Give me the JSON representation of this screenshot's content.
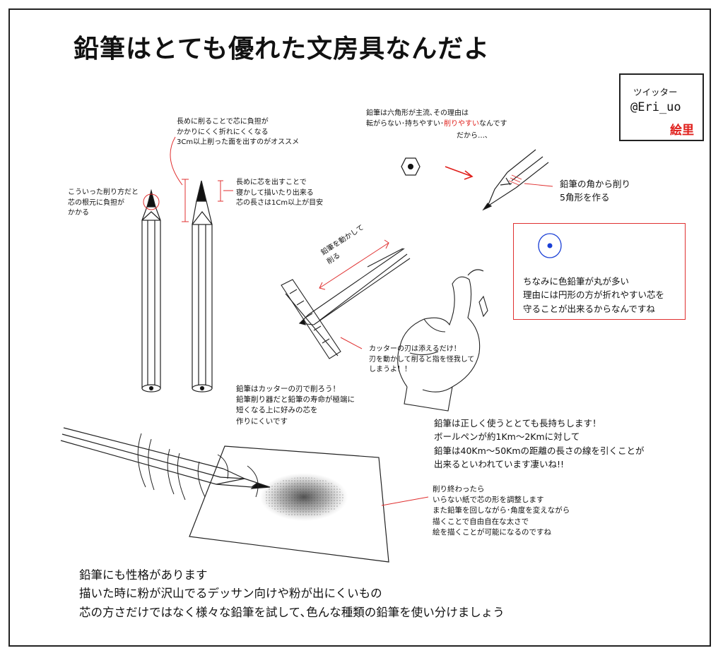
{
  "title": "鉛筆はとても優れた文房具なんだよ",
  "twitter": {
    "label": "ツイッター",
    "handle": "@Eri_uo",
    "name": "絵里"
  },
  "notes": {
    "long_sharpen": [
      "長めに削ることで芯に負担が",
      "かかりにくく折れにくくなる",
      "3Cm以上削った面を出すのがオススメ"
    ],
    "sharpen_way": [
      "こういった削り方だと",
      "芯の根元に負担が",
      "かかる"
    ],
    "long_lead": [
      "長めに芯を出すことで",
      "寝かして描いたり出来る",
      "芯の長さは1Cm以上が目安"
    ],
    "hexagon_pre": "鉛筆は六角形が主流､その理由は",
    "hexagon_line2_a": "転がらない･持ちやすい･",
    "hexagon_line2_red": "削りやすい",
    "hexagon_line2_b": "なんです",
    "hexagon_then": "だから…､",
    "corner": [
      "鉛筆の角から削り",
      "5角形を作る"
    ],
    "colored_pencil": [
      "ちなみに色鉛筆が丸が多い",
      "理由には円形の方が折れやすい芯を",
      "守ることが出来るからなんですね"
    ],
    "move_pencil": [
      "鉛筆を動かして",
      "削る"
    ],
    "cutter_blade": [
      "カッターの刃は添えるだけ！",
      "刃を動かして削ると指を怪我して",
      "しまうよ！！"
    ],
    "cutter": [
      "鉛筆はカッターの刃で削ろう！",
      "鉛筆削り器だと鉛筆の寿命が極端に",
      "短くなる上に好みの芯を",
      "作りにくいです"
    ],
    "long_lasting": [
      "鉛筆は正しく使うととても長持ちします！",
      "ボールペンが約1Km～2Kmに対して",
      "鉛筆は40Km～50Kmの距離の長さの線を引くことが",
      "出来るといわれています凄いね!!"
    ],
    "after_sharpen": [
      "削り終わったら",
      "いらない紙で芯の形を調整します",
      "また鉛筆を回しながら･角度を変えながら",
      "描くことで自由自在な太さで",
      "絵を描くことが可能になるのですね"
    ],
    "bottom": [
      "鉛筆にも性格があります",
      "描いた時に粉が沢山でるデッサン向けや粉が出にくいもの",
      "芯の方さだけではなく様々な鉛筆を試して､色んな種類の鉛筆を使い分けましょう"
    ]
  },
  "colors": {
    "accent_red": "#e0201c",
    "ink": "#111111",
    "blue_dot": "#1a3fd6"
  }
}
